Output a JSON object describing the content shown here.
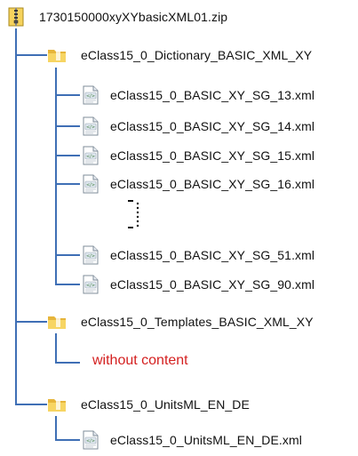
{
  "tree": {
    "root": {
      "label": "1730150000xyXYbasicXML01.zip",
      "icon": "zip-archive-icon"
    },
    "folders": [
      {
        "label": "eClass15_0_Dictionary_BASIC_XML_XY",
        "icon": "folder-icon",
        "files": [
          "eClass15_0_BASIC_XY_SG_13.xml",
          "eClass15_0_BASIC_XY_SG_14.xml",
          "eClass15_0_BASIC_XY_SG_15.xml",
          "eClass15_0_BASIC_XY_SG_16.xml",
          "eClass15_0_BASIC_XY_SG_51.xml",
          "eClass15_0_BASIC_XY_SG_90.xml"
        ],
        "ellipsis_icon": "vertical-ellipsis-icon"
      },
      {
        "label": "eClass15_0_Templates_BASIC_XML_XY",
        "icon": "folder-icon",
        "note": "without content"
      },
      {
        "label": "eClass15_0_UnitsML_EN_DE",
        "icon": "folder-icon",
        "files": [
          "eClass15_0_UnitsML_EN_DE.xml"
        ]
      }
    ],
    "file_icon": "xml-file-icon"
  },
  "colors": {
    "connector": "#3f6fb5",
    "note_text": "#d42020",
    "folder": "#f2c84b",
    "text": "#111111"
  }
}
